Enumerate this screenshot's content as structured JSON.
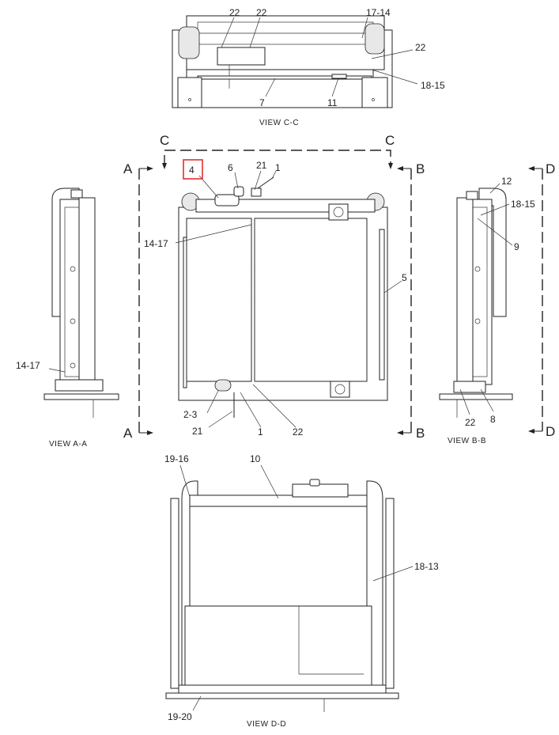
{
  "views": {
    "cc": "VIEW  C-C",
    "aa": "VIEW  A-A",
    "bb": "VIEW  B-B",
    "dd": "VIEW  D-D"
  },
  "section_letters": {
    "a_top": "A",
    "a_bottom": "A",
    "b_top": "B",
    "b_bottom": "B",
    "c_left": "C",
    "c_right": "C",
    "d_top": "D",
    "d_bottom": "D"
  },
  "callouts": {
    "cc_22a": "22",
    "cc_22b": "22",
    "cc_17_14": "17-14",
    "cc_22c": "22",
    "cc_18_15": "18-15",
    "cc_7": "7",
    "cc_11": "11",
    "f_4": "4",
    "f_6": "6",
    "f_21a": "21",
    "f_1a": "1",
    "f_14_17": "14-17",
    "f_5": "5",
    "f_2_3": "2-3",
    "f_21b": "21",
    "f_1b": "1",
    "f_22": "22",
    "aa_14_17": "14-17",
    "bb_12": "12",
    "bb_18_15": "18-15",
    "bb_9": "9",
    "bb_22": "22",
    "bb_8": "8",
    "dd_19_16": "19-16",
    "dd_10": "10",
    "dd_18_13": "18-13",
    "dd_19_20": "19-20"
  },
  "highlight": {
    "callout": "f_4",
    "color": "#e03030"
  }
}
